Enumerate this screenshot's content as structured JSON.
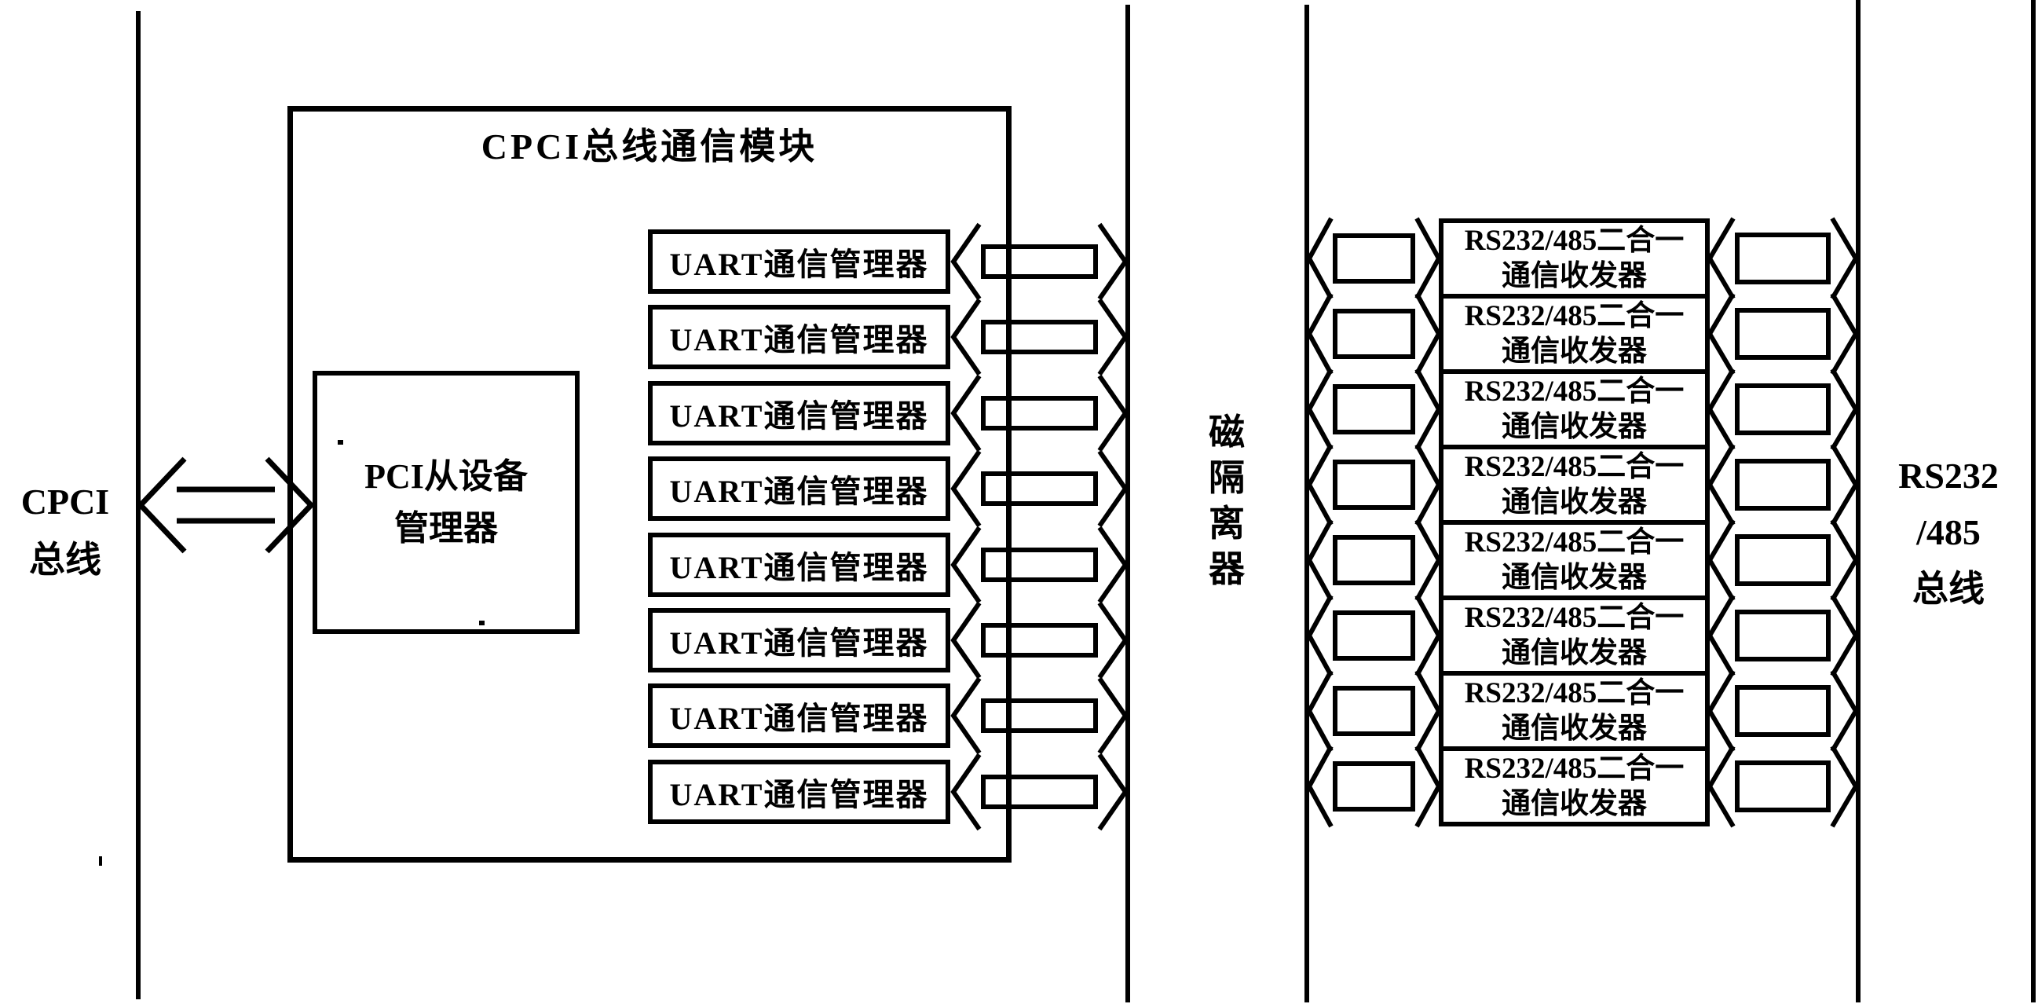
{
  "figure": {
    "background": "#ffffff",
    "ink": "#000000"
  },
  "cpci_bus": {
    "line1": "CPCI",
    "line2": "总线"
  },
  "module": {
    "title": "CPCI总线通信模块",
    "pci_manager": {
      "line1": "PCI从设备",
      "line2": "管理器"
    },
    "uart_managers": [
      "UART通信管理器",
      "UART通信管理器",
      "UART通信管理器",
      "UART通信管理器",
      "UART通信管理器",
      "UART通信管理器",
      "UART通信管理器",
      "UART通信管理器"
    ]
  },
  "isolator": {
    "chars": [
      "磁",
      "隔",
      "离",
      "器"
    ]
  },
  "transceivers": [
    {
      "line1": "RS232/485二合一",
      "line2": "通信收发器"
    },
    {
      "line1": "RS232/485二合一",
      "line2": "通信收发器"
    },
    {
      "line1": "RS232/485二合一",
      "line2": "通信收发器"
    },
    {
      "line1": "RS232/485二合一",
      "line2": "通信收发器"
    },
    {
      "line1": "RS232/485二合一",
      "line2": "通信收发器"
    },
    {
      "line1": "RS232/485二合一",
      "line2": "通信收发器"
    },
    {
      "line1": "RS232/485二合一",
      "line2": "通信收发器"
    },
    {
      "line1": "RS232/485二合一",
      "line2": "通信收发器"
    }
  ],
  "rs_bus": {
    "line1": "RS232",
    "line2": "/485",
    "line3": "总线"
  }
}
